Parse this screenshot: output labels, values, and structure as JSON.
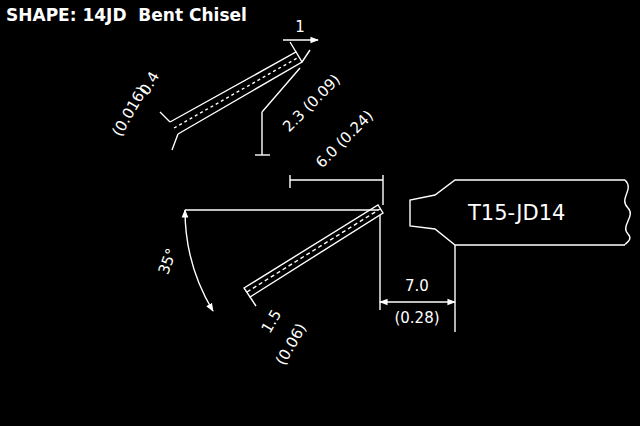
{
  "diagram": {
    "title": "SHAPE: 14JD  Bent Chisel",
    "nodes": [
      {
        "text": [
          "T15-JD14"
        ]
      }
    ],
    "labels": [
      "1",
      "0.4",
      "(0.016)",
      "2.3 (0.09)",
      "6.0 (0.24)",
      "35°",
      "1.5",
      "(0.06)",
      "7.0",
      "(0.28)"
    ]
  }
}
